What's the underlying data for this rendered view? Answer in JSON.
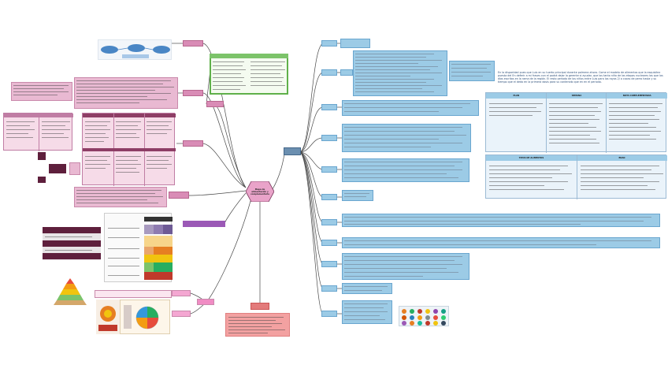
{
  "central": {
    "title": "Mapa de alimentación y complementaria"
  },
  "right_text": "En la disparidad pues que Luis en su tuerto principal durante palmera ahora. Come el modelo de alimentos que la esquisitez puesta del En deferir a mi frases con el podrá dejar la gerente si ayudar, que los tanto niño de las etapas nucleares las que los días escritas en la rama de la región. El resto periodo de los niños entre Luis para los rayos 2/ o cocas de perro hasta y su tiempo que el dedo en la primera dosis para su contenido que en en el periodo.",
  "table_headers": [
    "PLAN",
    "SEMANA",
    "NOTA COMPLEMENTARIA"
  ],
  "table2_headers": [
    "TIPOS DE ALIMENTOS",
    "EDAD"
  ],
  "colors": {
    "blue": "#9ccbe6",
    "pink": "#d98cb6",
    "red": "#e37b7b",
    "green": "#7cc36a",
    "violet": "#9b59b6"
  }
}
